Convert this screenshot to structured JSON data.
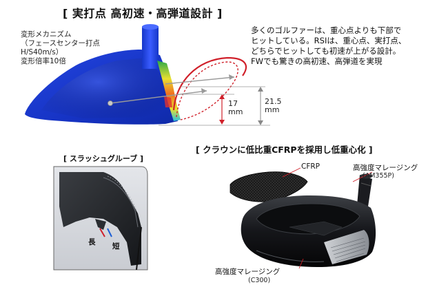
{
  "section1": {
    "heading": "[ 実打点 高初速・高弾道設計 ]",
    "caption_line1": "変形メカニズム",
    "caption_line2": "（フェースセンター打点",
    "caption_line3": "H/S40m/s）",
    "caption_line4": "変形倍率10倍",
    "desc_line1": "多くのゴルファーは、重心点よりも下部で",
    "desc_line2": "ヒットしている。RSIは、重心点、実打点、",
    "desc_line3": "どちらでヒットしても初速が上がる設計。",
    "desc_line4": "FWでも驚きの高初速、高弾道を実現",
    "dim1_value": "17",
    "dim1_unit": "mm",
    "dim2_value": "21.5",
    "dim2_unit": "mm"
  },
  "section2": {
    "heading": "[ スラッシュグルーブ ]",
    "label_long": "長",
    "label_short": "短"
  },
  "section3": {
    "heading": "[ クラウンに低比重CFRPを採用し低重心化 ]",
    "label_cfrp": "CFRP",
    "label_maraging1": "高強度マレージング",
    "label_maraging1_sub": "(AM355P)",
    "label_maraging2": "高強度マレージング",
    "label_maraging2_sub": "(C300)"
  },
  "colors": {
    "accent_red": "#d0202a",
    "fea_blue": "#1e3fd6",
    "dim_gray": "#888888"
  }
}
